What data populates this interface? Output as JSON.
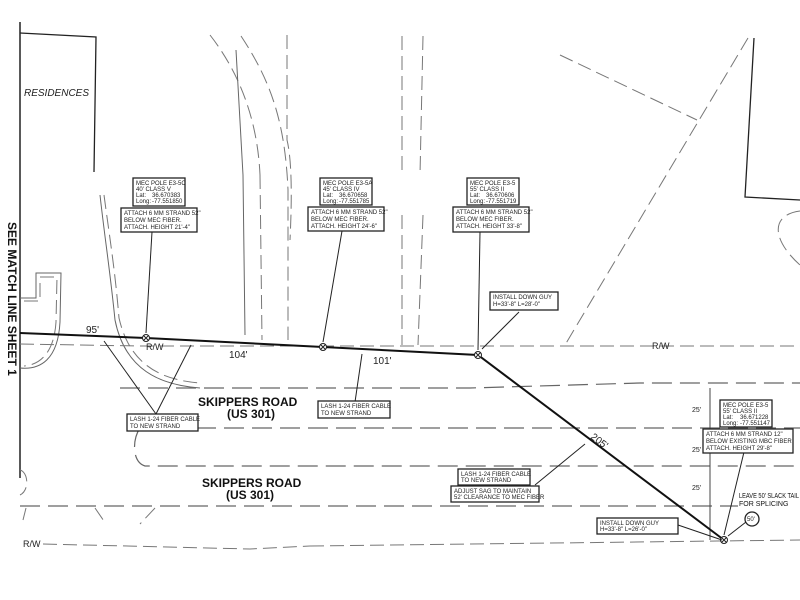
{
  "sheet": {
    "match_line": "SEE MATCH LINE SHEET 1",
    "residences_label": "RESIDENCES"
  },
  "roads": [
    {
      "name": "SKIPPERS ROAD",
      "route": "(US 301)"
    },
    {
      "name": "SKIPPERS ROAD",
      "route": "(US 301)"
    }
  ],
  "right_of_way": {
    "label": "R/W"
  },
  "spans": [
    "95'",
    "104'",
    "101'",
    "205'"
  ],
  "offsets": [
    "25'",
    "25'",
    "25'"
  ],
  "poles": [
    {
      "id": "MEC POLE  E3-5C",
      "class": "40' CLASS V",
      "lat_label": "Lat:",
      "lat": "36.670383",
      "long_label": "Long:",
      "long": "-77.551850",
      "attach": [
        "ATTACH 6 MM STRAND 52\"",
        "BELOW MEC FIBER.",
        "ATTACH. HEIGHT 21'-4\""
      ]
    },
    {
      "id": "MEC POLE  E3-5A",
      "class": "45' CLASS IV",
      "lat_label": "Lat:",
      "lat": "36.670658",
      "long_label": "Long:",
      "long": "-77.551785",
      "attach": [
        "ATTACH 6 MM STRAND 52\"",
        "BELOW MEC FIBER.",
        "ATTACH. HEIGHT 24'-6\""
      ]
    },
    {
      "id": "MEC POLE  E3-5",
      "class": "55' CLASS II",
      "lat_label": "Lat:",
      "lat": "36.670606",
      "long_label": "Long:",
      "long": "-77.551719",
      "attach": [
        "ATTACH 6 MM STRAND 52\"",
        "BELOW MEC FIBER.",
        "ATTACH. HEIGHT 33'-8\""
      ]
    },
    {
      "id": "MEC POLE  E3-5",
      "class": "55' CLASS II",
      "lat_label": "Lat:",
      "lat": "36.671228",
      "long_label": "Long:",
      "long": "-77.551147",
      "attach": [
        "ATTACH 6 MM STRAND 12\"",
        "BELOW EXISTING MBC FIBER",
        "ATTACH. HEIGHT 29'-8\""
      ]
    }
  ],
  "notes": {
    "guy_1": [
      "INSTALL DOWN GUY",
      "H=33'-8\"   L=28'-0\""
    ],
    "guy_2": [
      "INSTALL DOWN GUY",
      "H=33'-8\"   L=26'-0\""
    ],
    "lash_1": [
      "LASH 1-24 FIBER  CABLE",
      "TO NEW STRAND"
    ],
    "lash_2": [
      "LASH 1-24 FIBER  CABLE",
      "TO NEW STRAND"
    ],
    "lash_3": [
      "LASH 1-24 FIBER  CABLE",
      "TO NEW STRAND"
    ],
    "sag": [
      "ADJUST SAG TO MAINTAIN",
      "52' CLEARANCE TO MEC FIBER"
    ],
    "slack": [
      "LEAVE 50' SLACK TAIL",
      "FOR SPLICING"
    ],
    "slack_qty": "50'"
  }
}
